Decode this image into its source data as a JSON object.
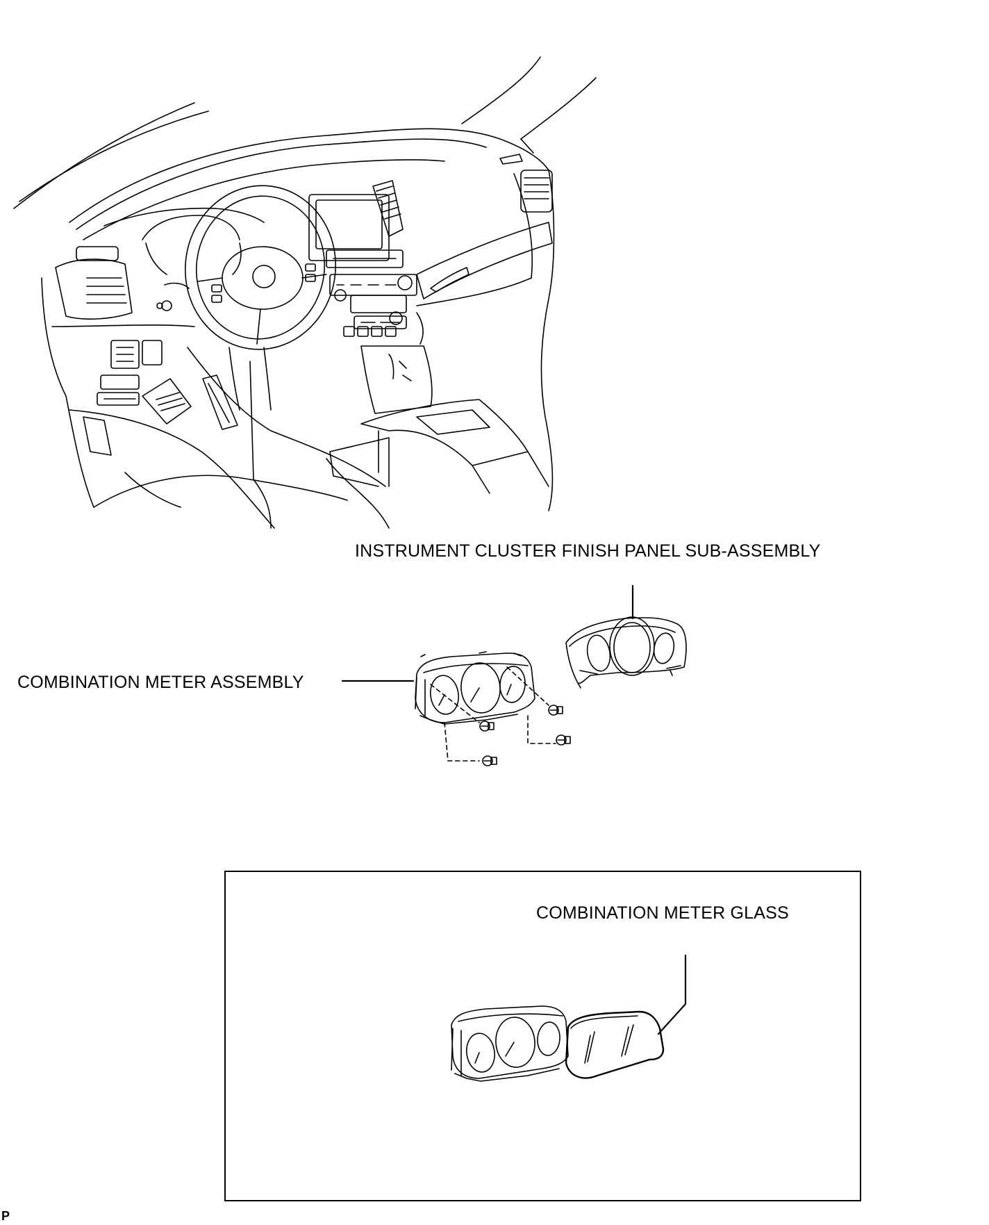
{
  "labels": {
    "finish_panel": "INSTRUMENT CLUSTER FINISH PANEL SUB-ASSEMBLY",
    "meter_assembly": "COMBINATION METER ASSEMBLY",
    "meter_glass": "COMBINATION METER GLASS"
  },
  "corner_mark": "P",
  "colors": {
    "line": "#000000",
    "background": "#ffffff"
  }
}
